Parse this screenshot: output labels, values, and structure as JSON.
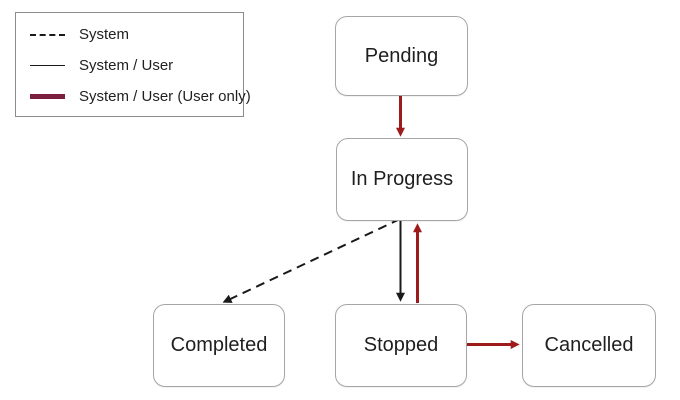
{
  "diagram": {
    "type": "state-transition-diagram",
    "states": [
      {
        "id": "pending",
        "label": "Pending"
      },
      {
        "id": "in-progress",
        "label": "In Progress"
      },
      {
        "id": "completed",
        "label": "Completed"
      },
      {
        "id": "stopped",
        "label": "Stopped"
      },
      {
        "id": "cancelled",
        "label": "Cancelled"
      }
    ],
    "transitions": [
      {
        "from": "Pending",
        "to": "In Progress",
        "line": "thick-maroon",
        "actor": "System / User (User only)"
      },
      {
        "from": "In Progress",
        "to": "Completed",
        "line": "dashed-black",
        "actor": "System"
      },
      {
        "from": "In Progress",
        "to": "Stopped",
        "line": "solid-black",
        "actor": "System / User"
      },
      {
        "from": "Stopped",
        "to": "In Progress",
        "line": "thick-maroon",
        "actor": "System / User (User only)"
      },
      {
        "from": "Stopped",
        "to": "Cancelled",
        "line": "thick-maroon",
        "actor": "System / User (User only)"
      }
    ]
  },
  "legend": {
    "items": [
      {
        "label": "System",
        "line": "dashed-black"
      },
      {
        "label": "System / User",
        "line": "solid-black"
      },
      {
        "label": "System / User (User only)",
        "line": "thick-maroon"
      }
    ]
  },
  "colors": {
    "legend_maroon": "#7C1F3E",
    "arrow_red": "#9E1B1B",
    "line_black": "#1A1A1A",
    "box_border": "#A6A6A6",
    "text": "#1F1F1F",
    "background": "#FFFFFF"
  }
}
